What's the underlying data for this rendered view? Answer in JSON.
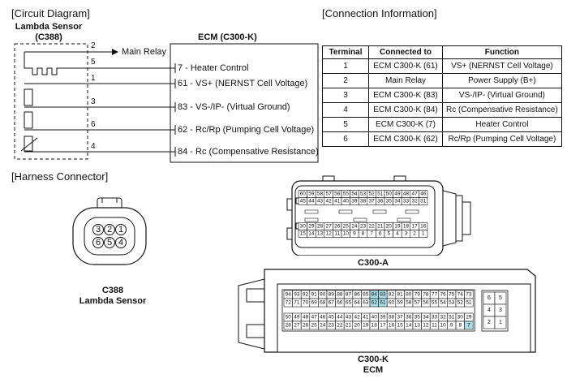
{
  "circuit": {
    "title": "[Circuit Diagram]",
    "sensor_name": "Lambda Sensor",
    "sensor_code": "(C388)",
    "ecm_title": "ECM (C300-K)",
    "main_relay_label": "Main Relay",
    "pins": [
      {
        "pin": "2",
        "ecm_label": ""
      },
      {
        "pin": "5",
        "ecm_label": "7 - Heater Control"
      },
      {
        "pin": "1",
        "ecm_label": "61 - VS+ (NERNST Cell Voltage)"
      },
      {
        "pin": "3",
        "ecm_label": "83 - VS-/IP- (Virtual Ground)"
      },
      {
        "pin": "6",
        "ecm_label": "62 - Rc/Rp (Pumping Cell Voltage)"
      },
      {
        "pin": "4",
        "ecm_label": "84 - Rc (Compensative Resistance)"
      }
    ]
  },
  "connection": {
    "title": "[Connection Information]",
    "headers": [
      "Terminal",
      "Connected to",
      "Function"
    ],
    "rows": [
      [
        "1",
        "ECM C300-K (61)",
        "VS+ (NERNST Cell Voltage)"
      ],
      [
        "2",
        "Main Relay",
        "Power Supply (B+)"
      ],
      [
        "3",
        "ECM C300-K (83)",
        "VS-/IP- (Virtual Ground)"
      ],
      [
        "4",
        "ECM C300-K (84)",
        "Rc (Compensative Resistance)"
      ],
      [
        "5",
        "ECM C300-K (7)",
        "Heater Control"
      ],
      [
        "6",
        "ECM C300-K (62)",
        "Rc/Rp (Pumping Cell Voltage)"
      ]
    ]
  },
  "harness": {
    "title": "[Harness Connector]",
    "c388": {
      "top_pins": [
        "3",
        "2",
        "1"
      ],
      "bottom_pins": [
        "6",
        "5",
        "4"
      ],
      "label_code": "C388",
      "label_name": "Lambda Sensor"
    },
    "c300a": {
      "label": "C300-A",
      "rows": [
        [
          "60",
          "59",
          "58",
          "57",
          "56",
          "55",
          "54",
          "53",
          "52",
          "51",
          "50",
          "49",
          "48",
          "47",
          "46"
        ],
        [
          "45",
          "44",
          "43",
          "42",
          "41",
          "40",
          "39",
          "38",
          "37",
          "36",
          "35",
          "34",
          "33",
          "32",
          "31"
        ],
        [
          "30",
          "29",
          "28",
          "27",
          "26",
          "25",
          "24",
          "23",
          "22",
          "21",
          "20",
          "19",
          "18",
          "17",
          "16"
        ],
        [
          "15",
          "14",
          "13",
          "12",
          "11",
          "10",
          "9",
          "8",
          "7",
          "6",
          "5",
          "4",
          "3",
          "2",
          "1"
        ]
      ]
    },
    "c300k": {
      "label_code": "C300-K",
      "label_name": "ECM",
      "rows": [
        [
          "94",
          "93",
          "92",
          "91",
          "90",
          "89",
          "88",
          "87",
          "86",
          "85",
          "84",
          "83",
          "82",
          "81",
          "80",
          "79",
          "78",
          "77",
          "76",
          "75",
          "74",
          "73"
        ],
        [
          "72",
          "71",
          "70",
          "69",
          "68",
          "67",
          "66",
          "65",
          "64",
          "63",
          "62",
          "61",
          "60",
          "59",
          "58",
          "57",
          "56",
          "55",
          "54",
          "53",
          "52",
          "51"
        ],
        [
          "50",
          "49",
          "48",
          "47",
          "46",
          "45",
          "44",
          "43",
          "42",
          "41",
          "40",
          "39",
          "38",
          "37",
          "36",
          "35",
          "34",
          "33",
          "32",
          "31",
          "30",
          "29"
        ],
        [
          "28",
          "27",
          "26",
          "25",
          "24",
          "23",
          "22",
          "21",
          "20",
          "19",
          "18",
          "17",
          "16",
          "15",
          "14",
          "13",
          "12",
          "11",
          "10",
          "9",
          "8",
          "7"
        ]
      ],
      "highlighted": [
        "84",
        "83",
        "62",
        "61",
        "7"
      ],
      "highlight_color": "#a9dde3",
      "side_rows": [
        [
          "6",
          "5"
        ],
        [
          "4",
          "3"
        ],
        [
          "2",
          "1"
        ]
      ]
    }
  }
}
